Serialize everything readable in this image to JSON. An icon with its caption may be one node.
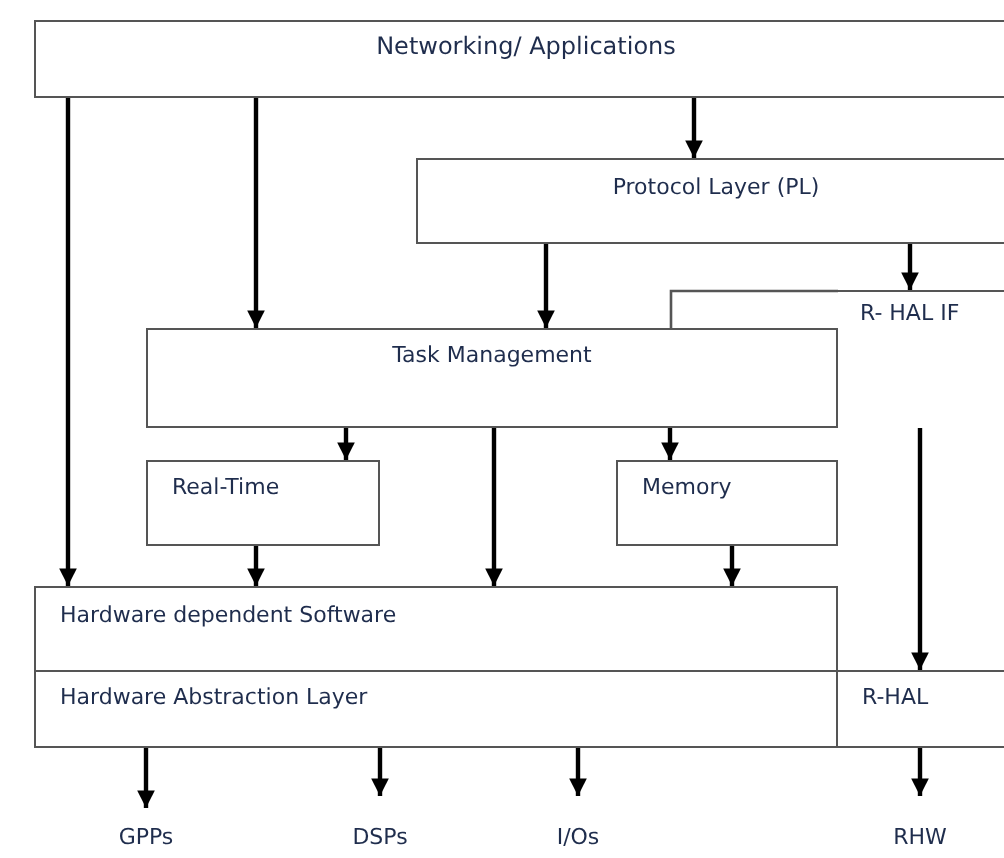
{
  "diagram": {
    "nodes": [
      {
        "text": [
          "Networking/ Applications"
        ]
      },
      {
        "text": [
          "Protocol Layer (PL)"
        ]
      },
      {
        "text": [
          "R- HAL IF"
        ]
      },
      {
        "text": [
          "Task Management"
        ]
      },
      {
        "text": [
          "Real-Time"
        ]
      },
      {
        "text": [
          "Memory"
        ]
      },
      {
        "text": [
          "Hardware dependent Software"
        ]
      },
      {
        "text": [
          "Hardware Abstraction Layer"
        ]
      },
      {
        "text": [
          "R-HAL"
        ]
      },
      {
        "text": [
          "GPPs"
        ]
      },
      {
        "text": [
          "DSPs"
        ]
      },
      {
        "text": [
          "I/Os"
        ]
      },
      {
        "text": [
          "RHW"
        ]
      }
    ],
    "edges": [
      {
        "from": 0,
        "to": 6,
        "arrow": "to"
      },
      {
        "from": 0,
        "to": 3,
        "arrow": "to"
      },
      {
        "from": 0,
        "to": 1,
        "arrow": "to"
      },
      {
        "from": 1,
        "to": 3,
        "arrow": "to"
      },
      {
        "from": 1,
        "to": 2,
        "arrow": "to"
      },
      {
        "from": 3,
        "to": 4,
        "arrow": "to"
      },
      {
        "from": 3,
        "to": 6,
        "arrow": "to"
      },
      {
        "from": 3,
        "to": 5,
        "arrow": "to"
      },
      {
        "from": 2,
        "to": 8,
        "arrow": "to"
      },
      {
        "from": 4,
        "to": 6,
        "arrow": "to"
      },
      {
        "from": 5,
        "to": 6,
        "arrow": "to"
      },
      {
        "from": 7,
        "to": 9,
        "arrow": "to"
      },
      {
        "from": 7,
        "to": 10,
        "arrow": "to"
      },
      {
        "from": 7,
        "to": 11,
        "arrow": "to"
      },
      {
        "from": 8,
        "to": 12,
        "arrow": "to"
      }
    ]
  }
}
